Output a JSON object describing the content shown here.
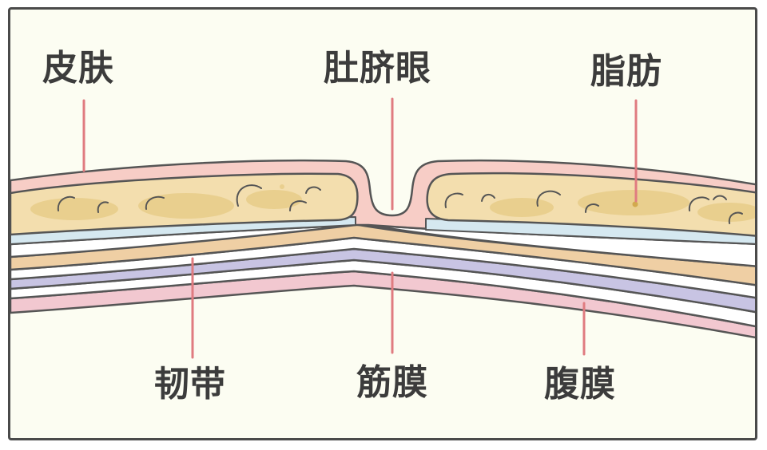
{
  "labels": {
    "skin": "皮肤",
    "navel": "肚脐眼",
    "fat": "脂肪",
    "ligament": "韧带",
    "fascia": "筋膜",
    "peritoneum": "腹膜"
  },
  "colors": {
    "background": "#fcfdf2",
    "frame": "#4a4a4a",
    "skin": "#f7cdc6",
    "fat": "#f3deae",
    "fat_blob": "#e9cf8e",
    "membrane_blue": "#d5e8f0",
    "ligament": "#efcfa4",
    "fascia": "#c8c4e3",
    "peritoneum": "#f2c8d0",
    "outline": "#555555",
    "pointer": "#e07b80"
  }
}
